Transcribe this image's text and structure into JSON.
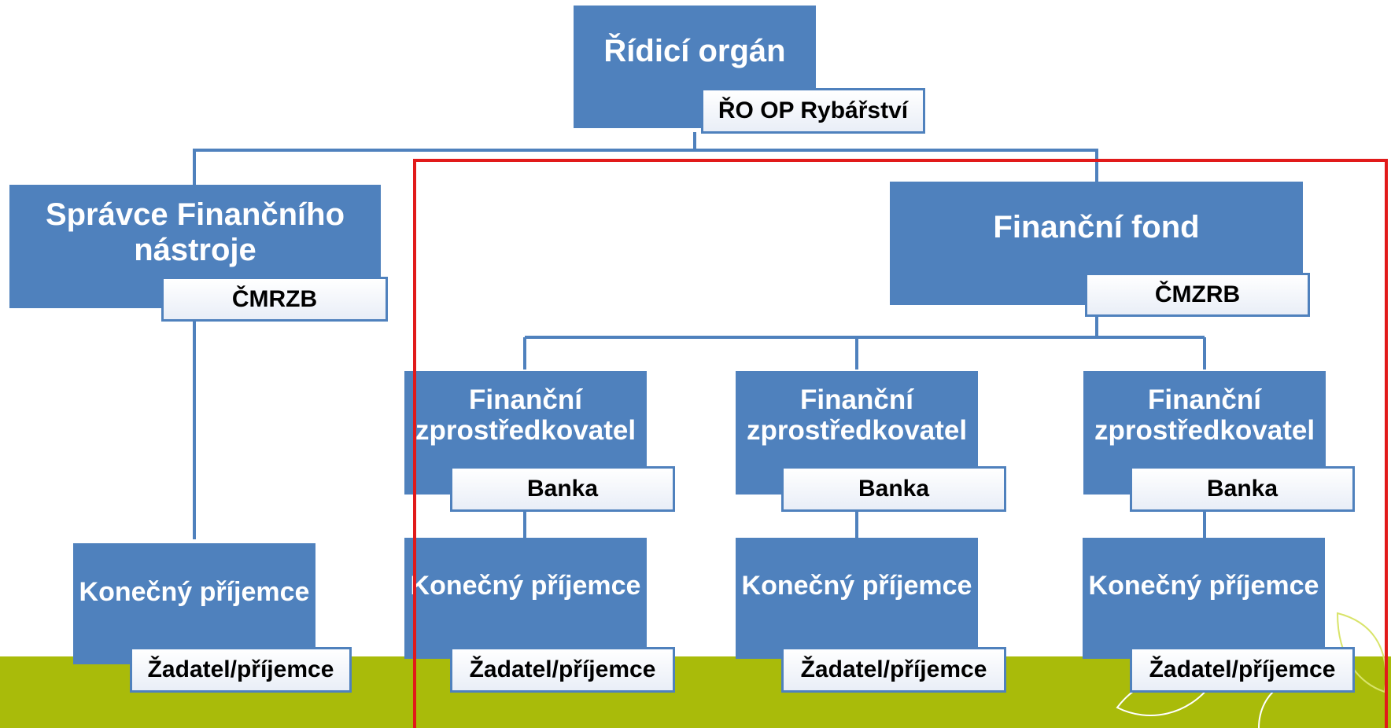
{
  "colors": {
    "box_fill": "#4f81bd",
    "connector": "#4f81bd",
    "highlight_frame": "#e11a1a",
    "bottom_band": "#a9bb0a"
  },
  "root": {
    "title": "Řídicí orgán",
    "tag": "ŘO OP Rybářství"
  },
  "manager": {
    "title": "Správce Finančního nástroje",
    "tag": "ČMRZB",
    "recipient": {
      "title": "Konečný příjemce",
      "tag": "Žadatel/příjemce"
    }
  },
  "fund": {
    "title": "Finanční fond",
    "tag": "ČMZRB"
  },
  "intermediaries": [
    {
      "title": "Finanční zprostředkovatel",
      "tag": "Banka",
      "recipient": {
        "title": "Konečný příjemce",
        "tag": "Žadatel/příjemce"
      }
    },
    {
      "title": "Finanční zprostředkovatel",
      "tag": "Banka",
      "recipient": {
        "title": "Konečný příjemce",
        "tag": "Žadatel/příjemce"
      }
    },
    {
      "title": "Finanční zprostředkovatel",
      "tag": "Banka",
      "recipient": {
        "title": "Konečný příjemce",
        "tag": "Žadatel/příjemce"
      }
    }
  ]
}
